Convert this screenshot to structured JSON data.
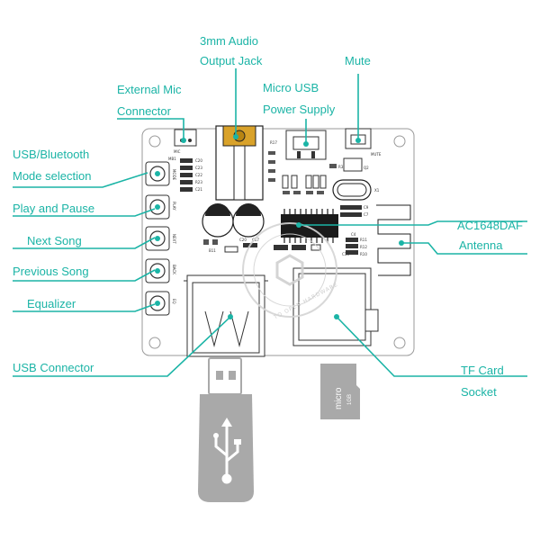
{
  "labels": {
    "audio_jack": [
      "3mm Audio",
      "Output Jack"
    ],
    "mute": "Mute",
    "mic": [
      "External Mic",
      "Connector"
    ],
    "usb_power": [
      "Micro USB",
      "Power Supply"
    ],
    "mode": [
      "USB/Bluetooth",
      "Mode selection"
    ],
    "play_pause": "Play and Pause",
    "next_song": "Next Song",
    "prev_song": "Previous  Song",
    "equalizer": "Equalizer",
    "chip": "AC1648DAF",
    "antenna": "Antenna",
    "usb_connector": "USB Connector",
    "tf_card": [
      "TF Card",
      "Socket"
    ]
  },
  "pcb_markings": {
    "mute": "MUTE",
    "mic": "MIC",
    "x1": "X1",
    "q2": "Q2",
    "c9": "C9",
    "c7": "C7",
    "c4": "C4",
    "r11": "R11",
    "r12": "R12",
    "r10": "R10",
    "c13": "C13",
    "r17": "R17",
    "c17": "C17",
    "c20": "C20",
    "c21": "C21",
    "c23": "C23",
    "c22": "C22",
    "r23": "R23",
    "r3": "R3",
    "mbit": "MB1",
    "b11": "B11",
    "back": "BACK",
    "eq": "EQ",
    "play": "PLAY",
    "next": "NEXT",
    "mode": "MODE"
  },
  "sd_card": {
    "brand": "micro",
    "capacity": "1GB"
  },
  "watermark": "TO OPEN HARDWARE",
  "colors": {
    "accent": "#1bb4a6",
    "board_stroke": "#9a9a9a",
    "chip": "#1a1a1a",
    "jack": "#d9a22a",
    "usb_stick": "#a9a9a9"
  }
}
